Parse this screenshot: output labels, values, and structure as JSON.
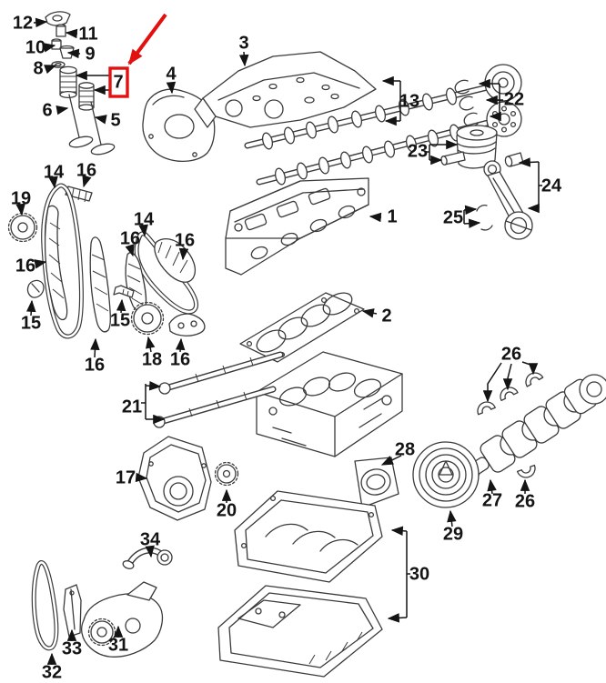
{
  "diagram": {
    "kind": "engine-parts-exploded-view",
    "background_color": "#ffffff",
    "line_color": "#3a3a3a",
    "label_color": "#141414",
    "highlight_color": "#e31010",
    "highlight": {
      "boxed_label": "7",
      "style": "red-box-with-red-arrow"
    },
    "callouts": [
      {
        "label": "12"
      },
      {
        "label": "11"
      },
      {
        "label": "10"
      },
      {
        "label": "9"
      },
      {
        "label": "8"
      },
      {
        "label": "7"
      },
      {
        "label": "6"
      },
      {
        "label": "5"
      },
      {
        "label": "4"
      },
      {
        "label": "3"
      },
      {
        "label": "13"
      },
      {
        "label": "22"
      },
      {
        "label": "23"
      },
      {
        "label": "24"
      },
      {
        "label": "25"
      },
      {
        "label": "1"
      },
      {
        "label": "19"
      },
      {
        "label": "14"
      },
      {
        "label": "16"
      },
      {
        "label": "16"
      },
      {
        "label": "15"
      },
      {
        "label": "16"
      },
      {
        "label": "14"
      },
      {
        "label": "16"
      },
      {
        "label": "16"
      },
      {
        "label": "15"
      },
      {
        "label": "18"
      },
      {
        "label": "16"
      },
      {
        "label": "2"
      },
      {
        "label": "21"
      },
      {
        "label": "26"
      },
      {
        "label": "17"
      },
      {
        "label": "20"
      },
      {
        "label": "28"
      },
      {
        "label": "34"
      },
      {
        "label": "33"
      },
      {
        "label": "31"
      },
      {
        "label": "32"
      },
      {
        "label": "27"
      },
      {
        "label": "26"
      },
      {
        "label": "29"
      },
      {
        "label": "30"
      }
    ]
  }
}
